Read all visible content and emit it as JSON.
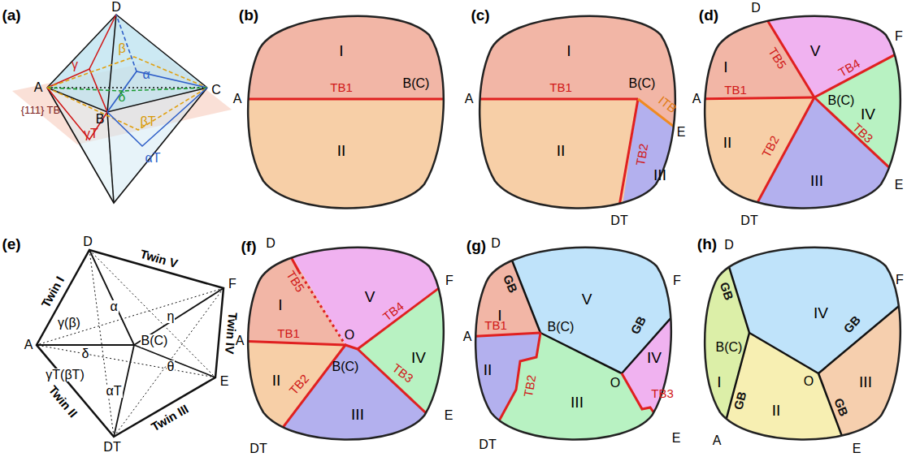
{
  "diagram": {
    "labels": [
      "(a)",
      "D",
      "A",
      "C",
      "B",
      "{111} TB",
      "γ",
      "β",
      "α",
      "δ",
      "βT",
      "γT",
      "αT",
      "(b)",
      "I",
      "A",
      "TB1",
      "B(C)",
      "II",
      "(c)",
      "I",
      "A",
      "TB1",
      "B(C)",
      "ITB",
      "E",
      "II",
      "TB2",
      "III",
      "DT",
      "(d)",
      "D",
      "F",
      "I",
      "TB5",
      "V",
      "TB4",
      "A",
      "TB1",
      "B(C)",
      "IV",
      "II",
      "TB2",
      "TB3",
      "III",
      "E",
      "DT",
      "(e)",
      "D",
      "Twin I",
      "Twin V",
      "F",
      "γ(β)",
      "α",
      "η",
      "A",
      "δ",
      "B(C)",
      "Twin IV",
      "θ",
      "γT(βT)",
      "αT",
      "E",
      "Twin II",
      "Twin III",
      "DT",
      "(f)",
      "D",
      "F",
      "I",
      "TB5",
      "V",
      "TB4",
      "A",
      "TB1",
      "O",
      "IV",
      "B(C)",
      "II",
      "TB2",
      "TB3",
      "III",
      "E",
      "DT",
      "(g)",
      "D",
      "GB",
      "F",
      "I",
      "V",
      "GB",
      "A",
      "TB1",
      "B(C)",
      "IV",
      "II",
      "TB2",
      "O",
      "III",
      "TB3",
      "DT",
      "E",
      "(h)",
      "D",
      "F",
      "GB",
      "IV",
      "GB",
      "B(C)",
      "I",
      "O",
      "III",
      "GB",
      "II",
      "GB",
      "A",
      "E"
    ]
  }
}
